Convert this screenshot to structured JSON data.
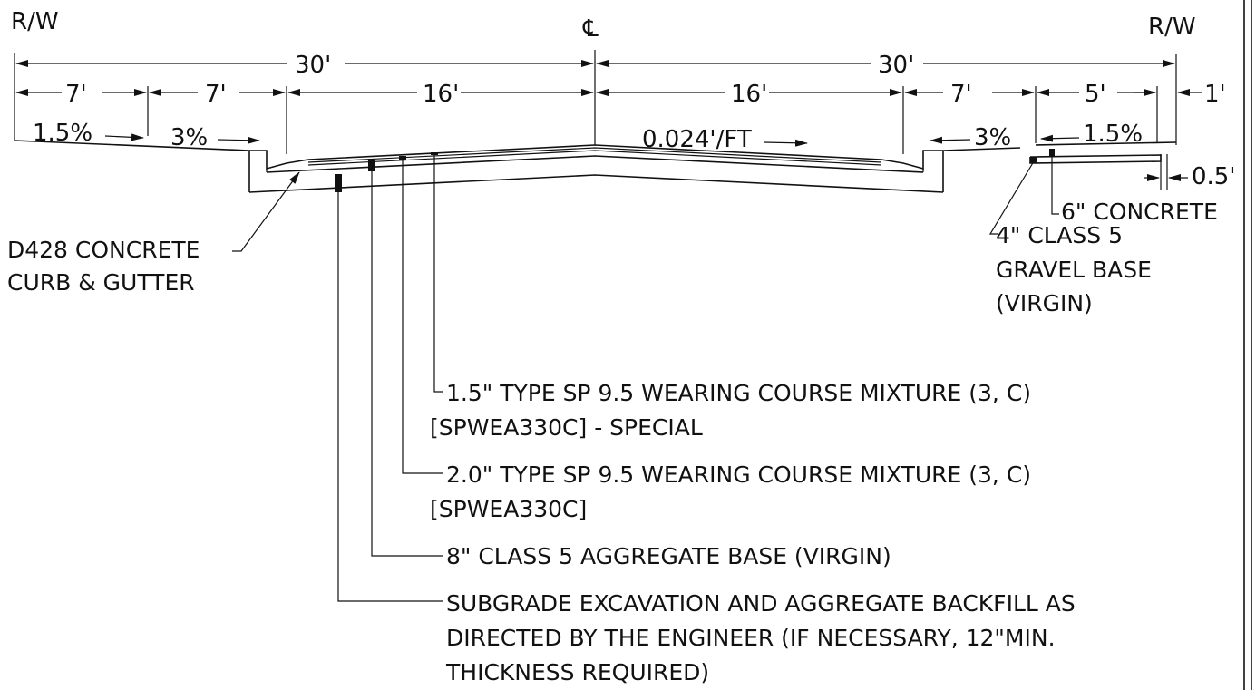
{
  "labels": {
    "rw_left": "R/W",
    "rw_right": "R/W",
    "centerline": "℄",
    "half_width_left": "30'",
    "half_width_right": "30'",
    "left_boulevard_1": "7'",
    "left_boulevard_2": "7'",
    "left_lane": "16'",
    "right_lane": "16'",
    "right_boulevard": "7'",
    "right_walk": "5'",
    "right_offset": "1'",
    "slope_left_1": "1.5%",
    "slope_left_2": "3%",
    "slope_center": "0.024'/FT",
    "slope_right_1": "3%",
    "slope_right_2": "1.5%",
    "walk_offset": "0.5'"
  },
  "callouts": {
    "curb_line1": "D428 CONCRETE",
    "curb_line2": "CURB & GUTTER",
    "concrete": "6\" CONCRETE",
    "gravel_line1": "4\" CLASS 5",
    "gravel_line2": "GRAVEL BASE",
    "gravel_line3": "(VIRGIN)",
    "wear15_line1": "1.5\" TYPE SP 9.5 WEARING COURSE MIXTURE (3, C)",
    "wear15_line2": "[SPWEA330C] - SPECIAL",
    "wear20_line1": "2.0\" TYPE SP 9.5 WEARING COURSE MIXTURE (3, C)",
    "wear20_line2": "[SPWEA330C]",
    "aggbase": "8\" CLASS 5 AGGREGATE BASE (VIRGIN)",
    "subgrade_line1": "SUBGRADE EXCAVATION AND AGGREGATE  BACKFILL AS",
    "subgrade_line2": "DIRECTED BY THE ENGINEER (IF NECESSARY, 12\"MIN.",
    "subgrade_line3": "THICKNESS REQUIRED)"
  }
}
